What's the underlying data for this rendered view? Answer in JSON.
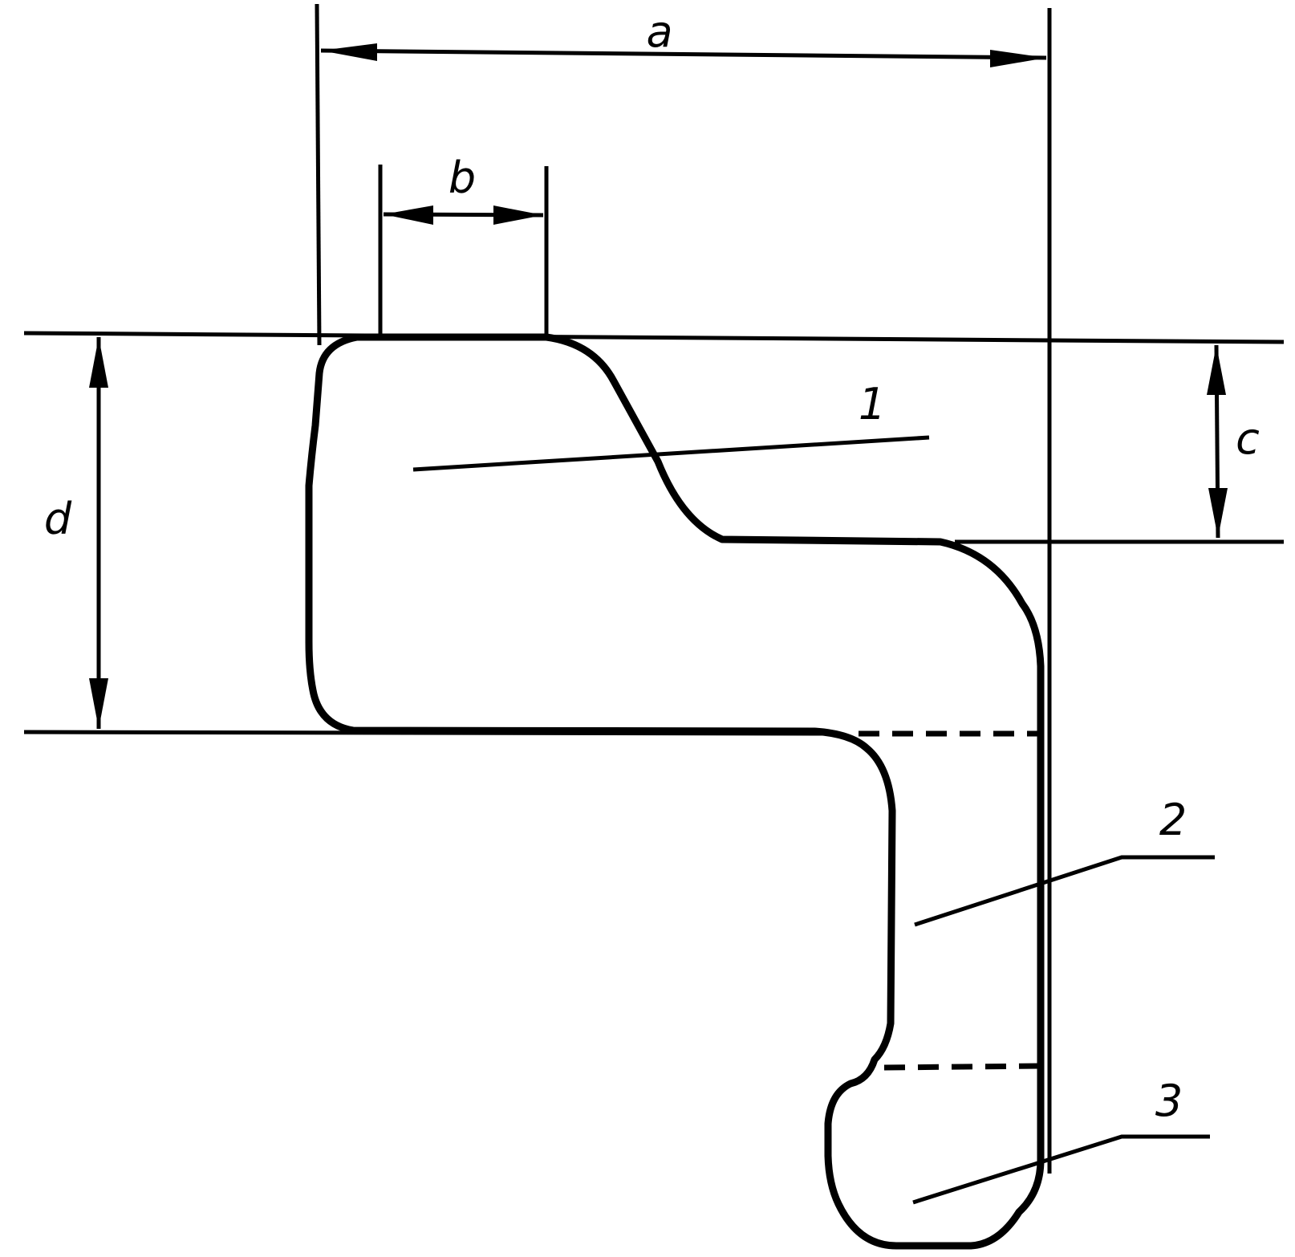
{
  "dimensions": {
    "a": "a",
    "b": "b",
    "c": "c",
    "d": "d"
  },
  "parts": {
    "p1": "1",
    "p2": "2",
    "p3": "3"
  },
  "colors": {
    "line": "#000000",
    "background": "#ffffff"
  }
}
